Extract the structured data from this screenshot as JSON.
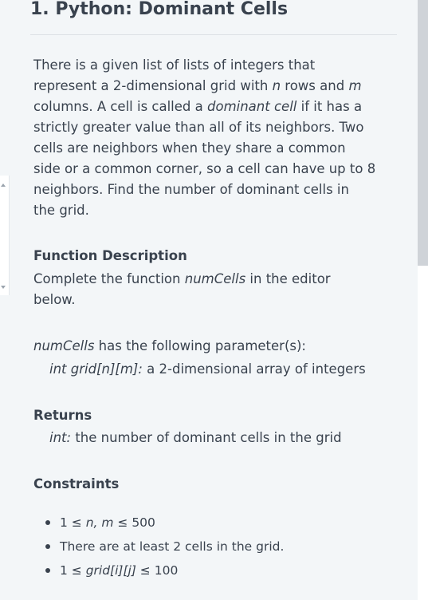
{
  "title": "1. Python: Dominant Cells",
  "description": {
    "lines": [
      [
        "There is a given list of lists of integers that"
      ],
      [
        "represent a 2-dimensional grid with ",
        {
          "i": "n"
        },
        " rows and ",
        {
          "i": "m"
        }
      ],
      [
        "columns. A cell is called a ",
        {
          "i": "dominant cell"
        },
        " if it has a"
      ],
      [
        "strictly greater value than all of its neighbors. Two"
      ],
      [
        "cells are neighbors when they share a common"
      ],
      [
        "side or a common corner, so a cell can have up to 8"
      ],
      [
        "neighbors. Find the number of dominant cells in"
      ],
      [
        "the grid."
      ]
    ]
  },
  "function_description": {
    "heading": "Function Description",
    "line1_prefix": "Complete the function ",
    "line1_func": "numCells",
    "line1_suffix": " in the editor",
    "line2": "below."
  },
  "parameters": {
    "func": "numCells",
    "intro": " has the following parameter(s):",
    "param_type": "int grid[n][m]:",
    "param_desc": "  a 2-dimensional array of integers"
  },
  "returns": {
    "heading": "Returns",
    "type": "int:",
    "desc": " the number of dominant cells in the grid"
  },
  "constraints": {
    "heading": "Constraints",
    "items": [
      [
        "1 ≤ ",
        {
          "i": "n, m"
        },
        " ≤ 500"
      ],
      [
        "There are at least 2 cells in the grid."
      ],
      [
        "1 ≤ ",
        {
          "i": "grid[i][j]"
        },
        " ≤ 100"
      ]
    ]
  }
}
